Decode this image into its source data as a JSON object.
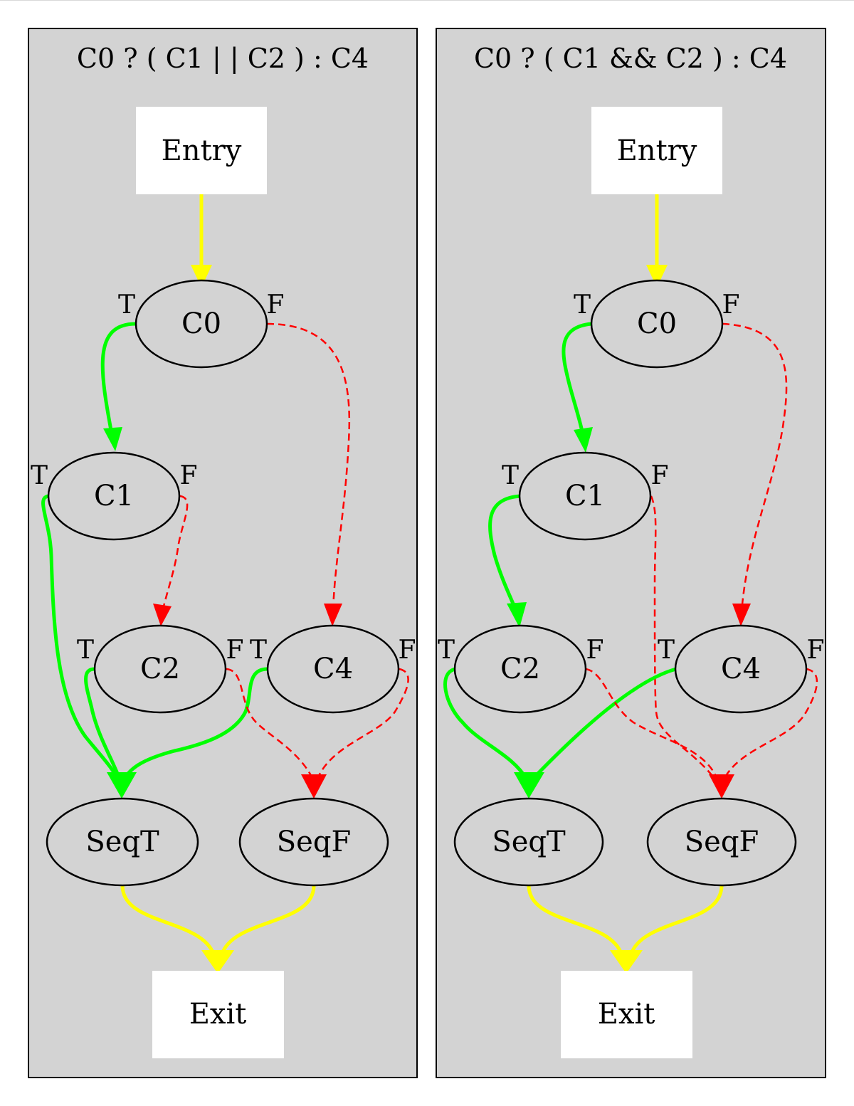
{
  "colors": {
    "cluster_fill": "#d3d3d3",
    "box_fill": "#ffffff",
    "true_edge": "#00ff00",
    "false_edge": "#ff0000",
    "flow_edge": "#ffff00",
    "stroke": "#000000"
  },
  "clusters": [
    {
      "title": "C0 ? ( C1 | | C2 ) : C4",
      "nodes": {
        "entry": "Entry",
        "c0": "C0",
        "c1": "C1",
        "c2": "C2",
        "c4": "C4",
        "seqt": "SeqT",
        "seqf": "SeqF",
        "exit": "Exit"
      },
      "ports": {
        "c0_t": "T",
        "c0_f": "F",
        "c1_t": "T",
        "c1_f": "F",
        "c2_t": "T",
        "c2_f": "F",
        "c4_t": "T",
        "c4_f": "F"
      },
      "edges": [
        {
          "from": "Entry",
          "to": "C0",
          "kind": "flow"
        },
        {
          "from": "C0",
          "port": "T",
          "to": "C1",
          "kind": "true"
        },
        {
          "from": "C0",
          "port": "F",
          "to": "C4",
          "kind": "false"
        },
        {
          "from": "C1",
          "port": "T",
          "to": "SeqT",
          "kind": "true"
        },
        {
          "from": "C1",
          "port": "F",
          "to": "C2",
          "kind": "false"
        },
        {
          "from": "C2",
          "port": "T",
          "to": "SeqT",
          "kind": "true"
        },
        {
          "from": "C2",
          "port": "F",
          "to": "SeqF",
          "kind": "false"
        },
        {
          "from": "C4",
          "port": "T",
          "to": "SeqT",
          "kind": "true"
        },
        {
          "from": "C4",
          "port": "F",
          "to": "SeqF",
          "kind": "false"
        },
        {
          "from": "SeqT",
          "to": "Exit",
          "kind": "flow"
        },
        {
          "from": "SeqF",
          "to": "Exit",
          "kind": "flow"
        }
      ]
    },
    {
      "title": "C0 ? ( C1 && C2  ) : C4",
      "nodes": {
        "entry": "Entry",
        "c0": "C0",
        "c1": "C1",
        "c2": "C2",
        "c4": "C4",
        "seqt": "SeqT",
        "seqf": "SeqF",
        "exit": "Exit"
      },
      "ports": {
        "c0_t": "T",
        "c0_f": "F",
        "c1_t": "T",
        "c1_f": "F",
        "c2_t": "T",
        "c2_f": "F",
        "c4_t": "T",
        "c4_f": "F"
      },
      "edges": [
        {
          "from": "Entry",
          "to": "C0",
          "kind": "flow"
        },
        {
          "from": "C0",
          "port": "T",
          "to": "C1",
          "kind": "true"
        },
        {
          "from": "C0",
          "port": "F",
          "to": "C4",
          "kind": "false"
        },
        {
          "from": "C1",
          "port": "T",
          "to": "C2",
          "kind": "true"
        },
        {
          "from": "C1",
          "port": "F",
          "to": "SeqF",
          "kind": "false"
        },
        {
          "from": "C2",
          "port": "T",
          "to": "SeqT",
          "kind": "true"
        },
        {
          "from": "C2",
          "port": "F",
          "to": "SeqF",
          "kind": "false"
        },
        {
          "from": "C4",
          "port": "T",
          "to": "SeqT",
          "kind": "true"
        },
        {
          "from": "C4",
          "port": "F",
          "to": "SeqF",
          "kind": "false"
        },
        {
          "from": "SeqT",
          "to": "Exit",
          "kind": "flow"
        },
        {
          "from": "SeqF",
          "to": "Exit",
          "kind": "flow"
        }
      ]
    }
  ]
}
